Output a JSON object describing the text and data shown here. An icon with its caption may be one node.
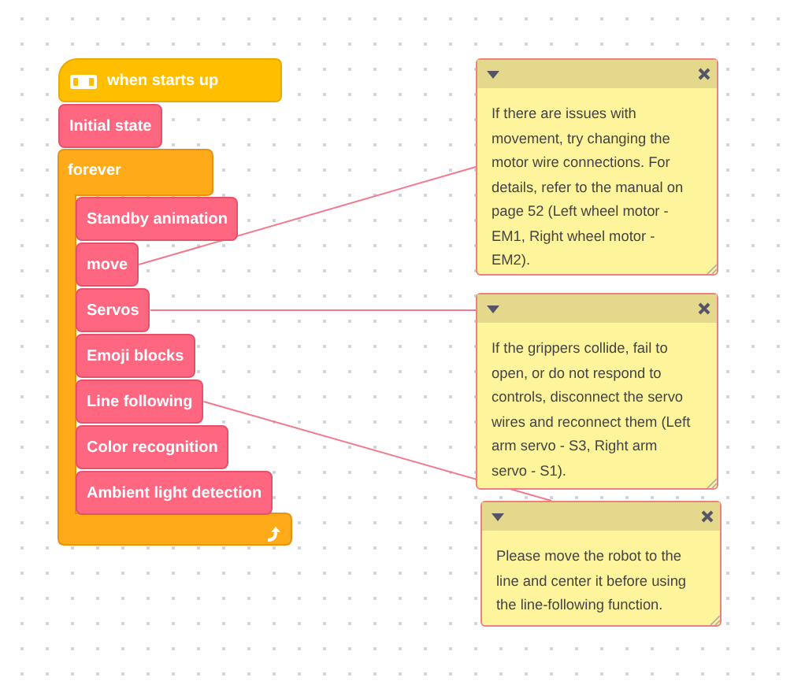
{
  "diagram": {
    "nodes": [
      {
        "text": [
          "when starts up"
        ]
      },
      {
        "text": [
          "Initial state"
        ]
      },
      {
        "text": [
          "forever"
        ]
      },
      {
        "text": [
          "Standby animation"
        ],
        "in": 2
      },
      {
        "text": [
          "move"
        ],
        "in": 2
      },
      {
        "text": [
          "Servos"
        ],
        "in": 2
      },
      {
        "text": [
          "Emoji blocks"
        ],
        "in": 2
      },
      {
        "text": [
          "Line following"
        ],
        "in": 2
      },
      {
        "text": [
          "Color recognition"
        ],
        "in": 2
      },
      {
        "text": [
          "Ambient light detection"
        ],
        "in": 2
      },
      {
        "text": [
          "If there are issues with movement, try changing the motor wire connections. For details, refer to the manual on page 52 (Left wheel motor - EM1, Right wheel motor - EM2)."
        ]
      },
      {
        "text": [
          "If the grippers collide, fail to open, or do not respond to controls, disconnect the servo wires and reconnect them (Left arm servo - S3, Right arm servo - S1)."
        ]
      },
      {
        "text": [
          "Please move the robot to the line and center it before using the line-following function."
        ]
      }
    ],
    "edges": [
      {
        "from": 4,
        "to": 10,
        "arrow": "none"
      },
      {
        "from": 5,
        "to": 11,
        "arrow": "none"
      },
      {
        "from": 7,
        "to": 12,
        "arrow": "none"
      }
    ]
  }
}
